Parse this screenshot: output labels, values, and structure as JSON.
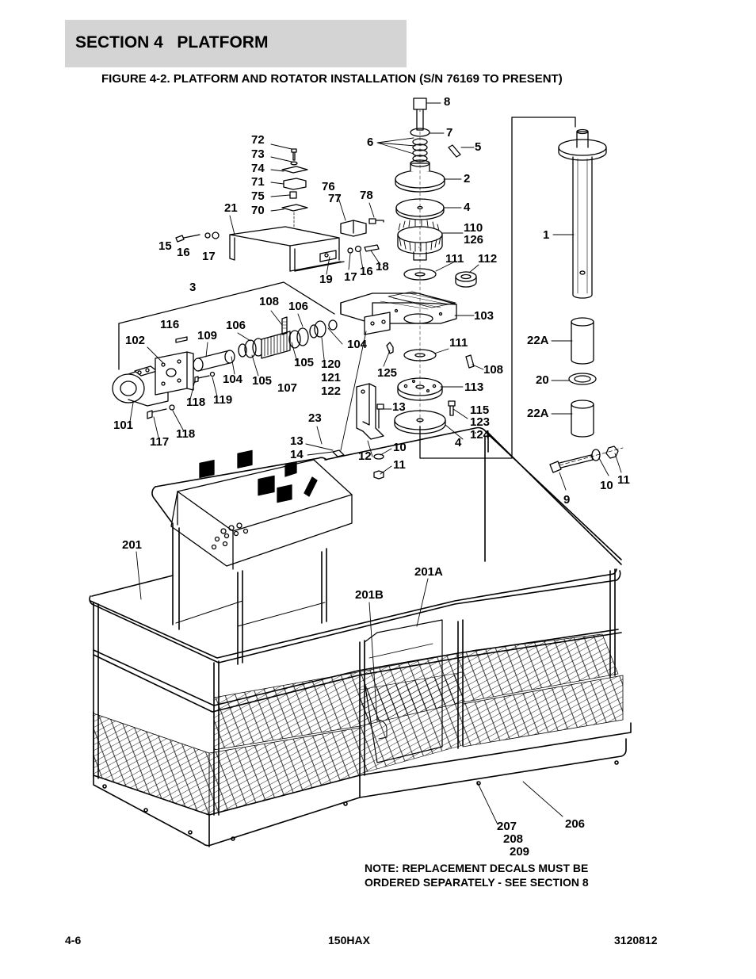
{
  "header": {
    "section_title": "SECTION 4   PLATFORM",
    "figure_title": "FIGURE 4-2. PLATFORM AND ROTATOR INSTALLATION (S/N 76169 TO PRESENT)"
  },
  "callouts": [
    "8",
    "7",
    "6",
    "5",
    "2",
    "4",
    "110",
    "126",
    "111",
    "112",
    "103",
    "111",
    "108",
    "113",
    "115",
    "123",
    "124",
    "4",
    "1",
    "22A",
    "20",
    "22A",
    "9",
    "10",
    "11",
    "72",
    "73",
    "74",
    "71",
    "75",
    "70",
    "76",
    "77",
    "78",
    "21",
    "15",
    "16",
    "17",
    "19",
    "17",
    "16",
    "18",
    "3",
    "108",
    "106",
    "116",
    "106",
    "102",
    "109",
    "104",
    "104",
    "105",
    "105",
    "107",
    "120",
    "121",
    "122",
    "125",
    "101",
    "118",
    "119",
    "117",
    "118",
    "13",
    "23",
    "13",
    "14",
    "12",
    "10",
    "11",
    "201",
    "201A",
    "201B",
    "207",
    "208",
    "209",
    "206"
  ],
  "note": {
    "line1": "NOTE: REPLACEMENT DECALS MUST BE",
    "line2": "ORDERED SEPARATELY - SEE SECTION 8"
  },
  "footer": {
    "page": "4-6",
    "model": "150HAX",
    "doc_number": "3120812"
  }
}
